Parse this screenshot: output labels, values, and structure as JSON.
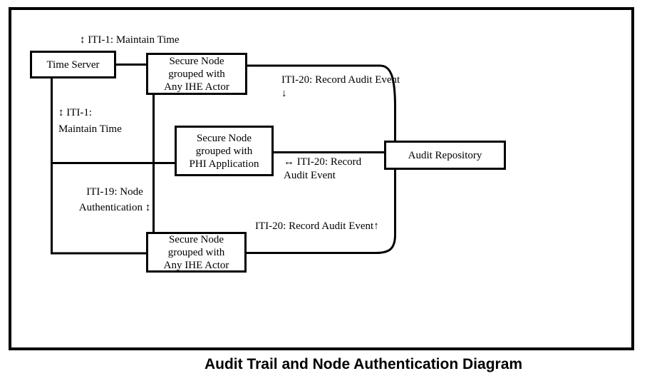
{
  "caption": "Audit Trail and Node Authentication Diagram",
  "boxes": {
    "time_server": {
      "label": "Time Server"
    },
    "secure_node_top": {
      "lines": [
        "Secure Node",
        "grouped with",
        "Any IHE Actor"
      ]
    },
    "secure_node_phi": {
      "lines": [
        "Secure Node",
        "grouped with",
        "PHI Application"
      ]
    },
    "audit_repository": {
      "label": "Audit Repository"
    },
    "secure_node_bottom": {
      "lines": [
        "Secure Node",
        "grouped with",
        "Any IHE Actor"
      ]
    }
  },
  "labels": {
    "maintain_time_top": "↕ ITI-1: Maintain Time",
    "maintain_time_left_line1": "↕ ITI-1:",
    "maintain_time_left_line2": "Maintain Time",
    "node_auth_line1": "ITI-19: Node",
    "node_auth_line2": "Authentication ↕",
    "record_top_line1": "ITI-20: Record Audit Event",
    "record_top_arrow": "↓",
    "record_mid_line1": "↔ ITI-20: Record",
    "record_mid_line2": "Audit Event",
    "record_bottom": "ITI-20: Record Audit Event↑"
  },
  "icons": {
    "up_down_arrow": "↕",
    "down_arrow": "↓",
    "left_right_arrow": "↔",
    "up_arrow": "↑"
  },
  "colors": {
    "line": "#000000",
    "text": "#000000",
    "background": "#ffffff"
  }
}
